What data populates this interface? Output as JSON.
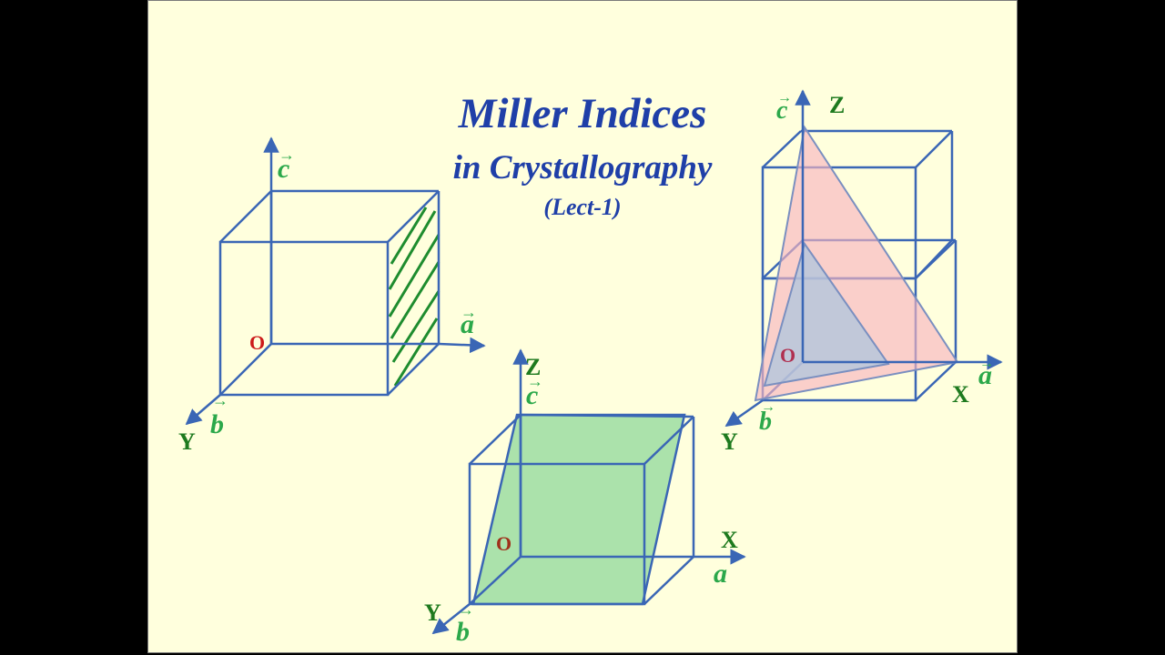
{
  "title": {
    "main": "Miller Indices",
    "sub": "in Crystallography",
    "lecture": "(Lect-1)"
  },
  "diagrams": {
    "left": {
      "origin": "O",
      "vec_c": "c",
      "vec_a": "a",
      "vec_b": "b",
      "axis_y": "Y"
    },
    "bottom": {
      "axis_z": "Z",
      "vec_c": "c",
      "axis_x": "X",
      "vec_a": "a",
      "origin": "O",
      "axis_y": "Y",
      "vec_b": "b"
    },
    "right": {
      "vec_c": "c",
      "axis_z": "Z",
      "origin": "O",
      "axis_x": "X",
      "vec_a": "a",
      "axis_y": "Y",
      "vec_b": "b"
    }
  },
  "colors": {
    "background": "#FFFFDD",
    "line": "#3A66B5",
    "title": "#1F3FA8",
    "vector_label": "#2BA84A",
    "axis_label": "#1E7A1E",
    "origin_label": "#CC1A1A",
    "green_plane": "#8FD89A",
    "pink_plane": "#F7B5C0",
    "blue_plane": "#A8C4E0"
  }
}
